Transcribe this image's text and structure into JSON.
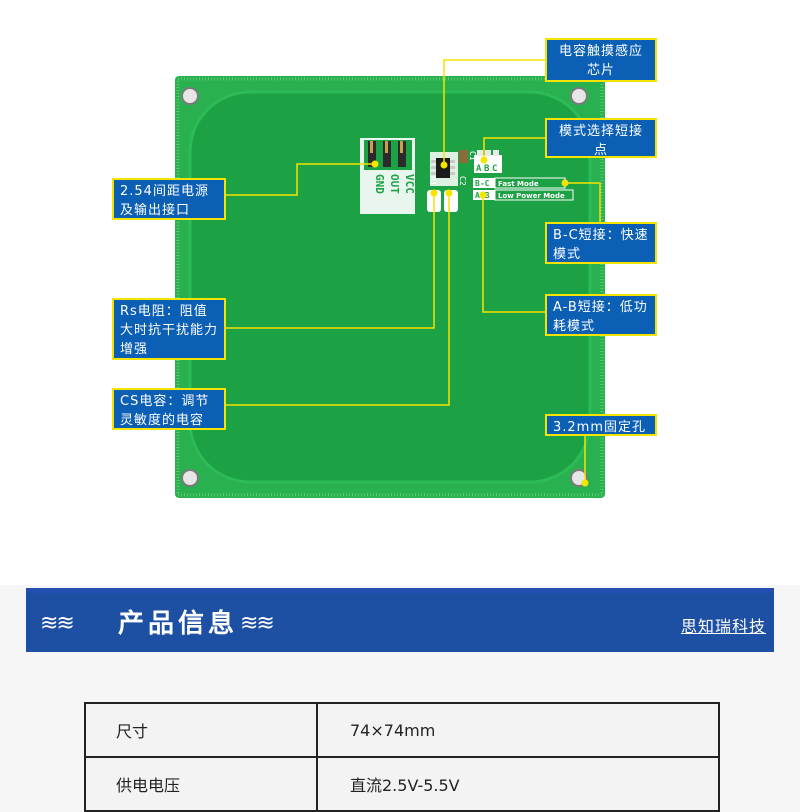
{
  "board": {
    "header_pins": [
      "VCC",
      "OUT",
      "GND"
    ],
    "silkscreen": {
      "jumper_letters": [
        "A",
        "B",
        "C"
      ],
      "c1": "C1",
      "r1": "R1",
      "c2": "C2",
      "bc_tag": "B-C",
      "bc_mode": "Fast Mode",
      "ab_tag": "A-B",
      "ab_mode": "Low Power Mode"
    },
    "colors": {
      "pcb": "#1fa64a",
      "pcb_border": "#27b456",
      "callout_bg": "#0b5fb5",
      "callout_border": "#f5e400"
    }
  },
  "callouts": {
    "chip": "电容触摸感应芯片",
    "jumper": "模式选择短接点",
    "header": "2.54间距电源及输出接口",
    "bc": "B-C短接：快速模式",
    "ab": "A-B短接：低功耗模式",
    "rs": "Rs电阻：阻值大时抗干扰能力增强",
    "cs": "CS电容：调节灵敏度的电容",
    "hole": "3.2mm固定孔"
  },
  "banner": {
    "wave_left": "≋≋",
    "wave_right": "≋≋",
    "title": "产品信息",
    "brand": "思知瑞科技"
  },
  "specs": [
    {
      "label": "尺寸",
      "value": "74×74mm"
    },
    {
      "label": "供电电压",
      "value": "直流2.5V-5.5V"
    }
  ]
}
